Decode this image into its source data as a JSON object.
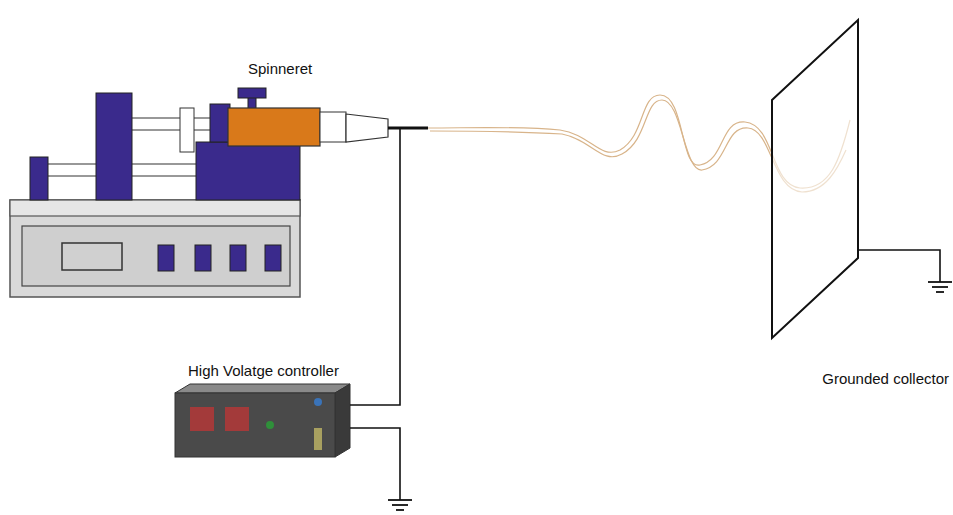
{
  "diagram": {
    "labels": [
      "Spinneret",
      "High Volatge controller",
      "Grounded collector"
    ]
  }
}
